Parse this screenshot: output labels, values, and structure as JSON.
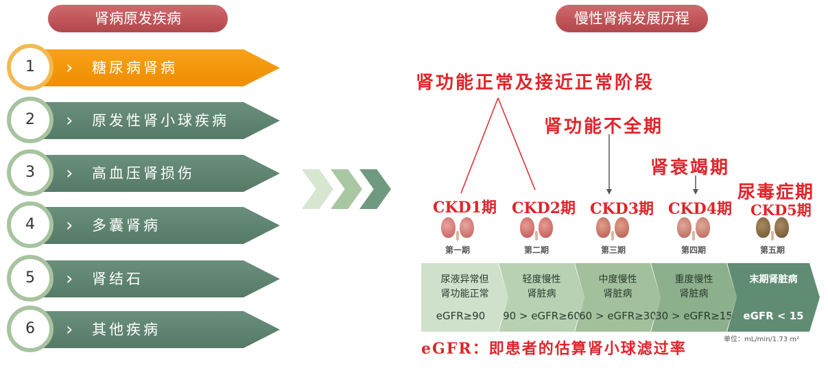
{
  "left_panel": {
    "title": "肾病原发疾病",
    "items": [
      {
        "number": "1",
        "label": "糖尿病肾病"
      },
      {
        "number": "2",
        "label": "原发性肾小球疾病"
      },
      {
        "number": "3",
        "label": "高血压肾损伤"
      },
      {
        "number": "4",
        "label": "多囊肾病"
      },
      {
        "number": "5",
        "label": "肾结石"
      },
      {
        "number": "6",
        "label": "其他疾病"
      }
    ]
  },
  "right_panel": {
    "title": "慢性肾病发展历程",
    "phases": {
      "normal": "肾功能正常及接近正常阶段",
      "insufficiency": "肾功能不全期",
      "failure": "肾衰竭期",
      "uremia": "尿毒症期"
    },
    "stages": [
      {
        "ckd": "CKD1期",
        "label": "第一期",
        "description": [
          "尿液异常但",
          "肾功能正常"
        ],
        "egfr": "eGFR≥90"
      },
      {
        "ckd": "CKD2期",
        "label": "第二期",
        "description": [
          "轻度慢性",
          "肾脏病"
        ],
        "egfr": "90 > eGFR≥60"
      },
      {
        "ckd": "CKD3期",
        "label": "第三期",
        "description": [
          "中度慢性",
          "肾脏病"
        ],
        "egfr": "60 > eGFR≥30"
      },
      {
        "ckd": "CKD4期",
        "label": "第四期",
        "description": [
          "重度慢性",
          "肾脏病"
        ],
        "egfr": "30 > eGFR≥15"
      },
      {
        "ckd": "CKD5期",
        "label": "第五期",
        "description": [
          "末期肾脏病"
        ],
        "egfr": "eGFR < 15"
      }
    ],
    "unit": "单位：mL/min/1.73 m²",
    "footnote": "eGFR：即患者的估算肾小球滤过率"
  },
  "colors": {
    "pill": "#b9484d",
    "orange": "#f29a0f",
    "green": "#5f8471",
    "red_text": "#e0242a",
    "bar": [
      "#cfe0cb",
      "#b8d1b2",
      "#a2c09c",
      "#8db08c",
      "#5f8c73"
    ]
  }
}
